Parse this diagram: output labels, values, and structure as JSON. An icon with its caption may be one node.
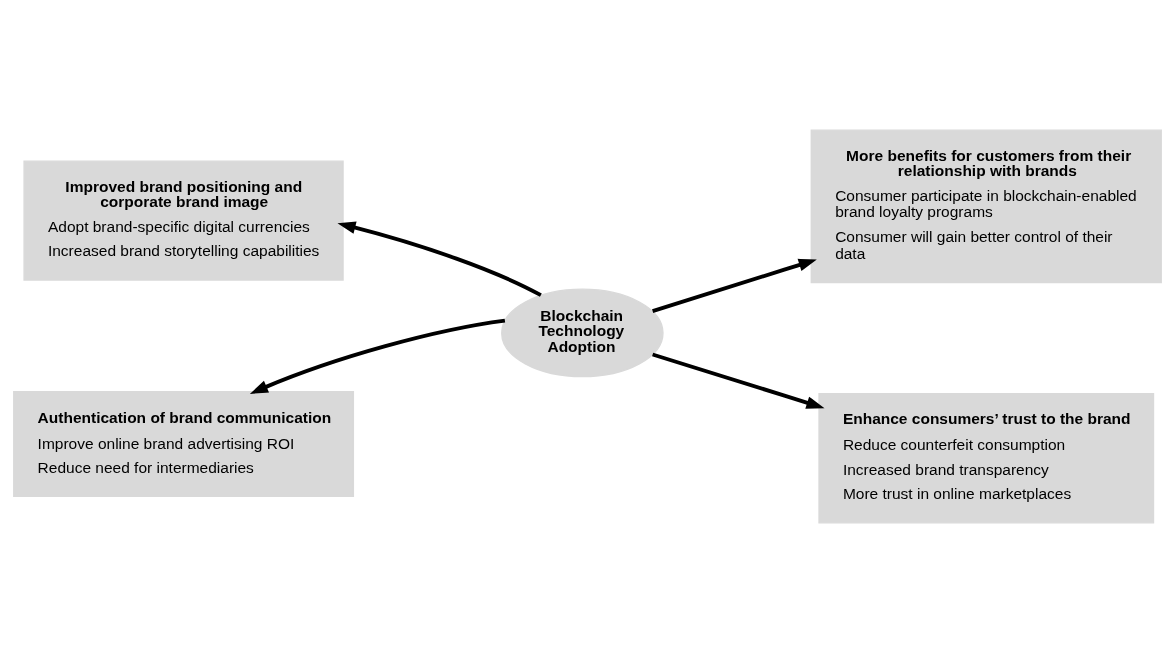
{
  "diagram": {
    "nodes": [
      {
        "text": [
          "Blockchain Technology Adoption"
        ]
      },
      {
        "text": [
          "Improved brand positioning and corporate brand image",
          "Adopt brand-specific digital currencies",
          "Increased brand storytelling capabilities"
        ]
      },
      {
        "text": [
          "More benefits for customers from their relationship with brands",
          "Consumer participate in blockchain-enabled brand loyalty programs",
          "Consumer will gain better control of their data"
        ]
      },
      {
        "text": [
          "Authentication of brand communication",
          "Improve online brand advertising ROI",
          "Reduce need for intermediaries"
        ]
      },
      {
        "text": [
          "Enhance consumers’ trust to the brand",
          "Reduce counterfeit consumption",
          "Increased brand transparency",
          "More trust in online marketplaces"
        ]
      }
    ],
    "edges": [
      {
        "from": 0,
        "to": 1,
        "arrow": "to"
      },
      {
        "from": 0,
        "to": 2,
        "arrow": "to"
      },
      {
        "from": 0,
        "to": 3,
        "arrow": "to"
      },
      {
        "from": 0,
        "to": 4,
        "arrow": "to"
      }
    ]
  }
}
